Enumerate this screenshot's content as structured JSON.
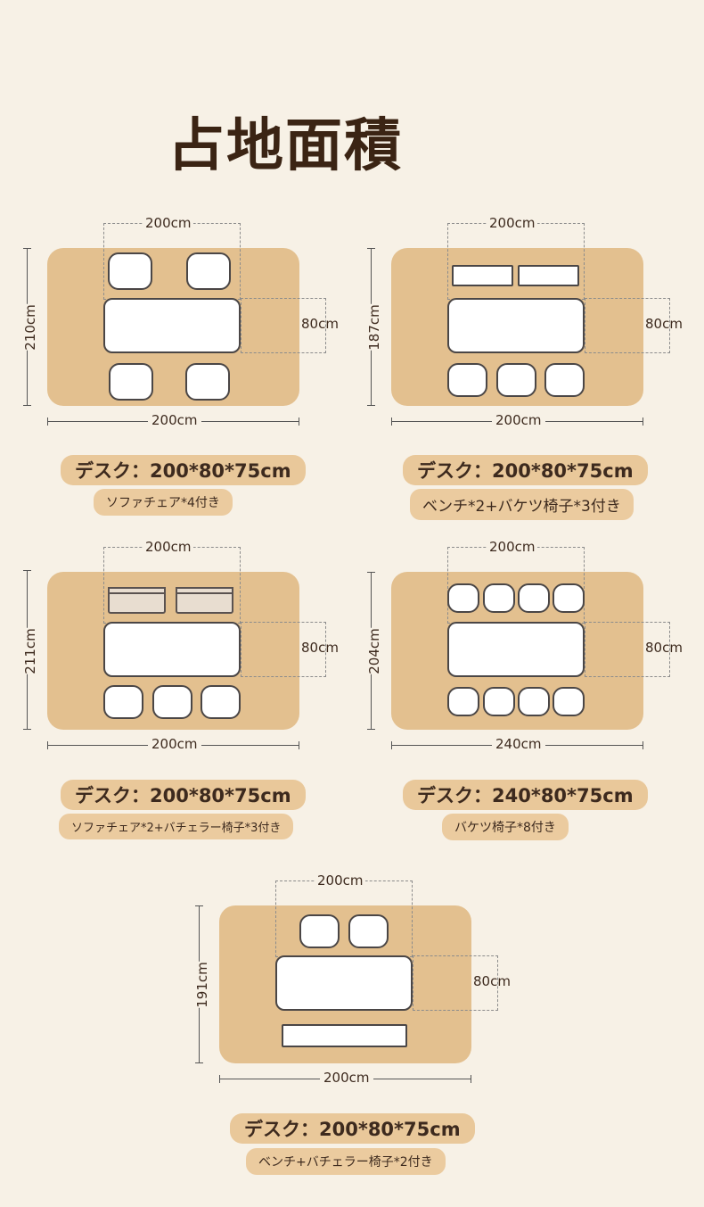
{
  "title": "占地面積",
  "panels": [
    {
      "width_label": "200cm",
      "height_label": "210cm",
      "table_width_label": "200cm",
      "table_depth_label": "80cm",
      "spec": "デスク：200*80*75cm",
      "sub": "ソファチェア*4付き"
    },
    {
      "width_label": "200cm",
      "height_label": "187cm",
      "table_width_label": "200cm",
      "table_depth_label": "80cm",
      "spec": "デスク：200*80*75cm",
      "sub": "ベンチ*2+バケツ椅子*3付き"
    },
    {
      "width_label": "200cm",
      "height_label": "211cm",
      "table_width_label": "200cm",
      "table_depth_label": "80cm",
      "spec": "デスク：200*80*75cm",
      "sub": "ソファチェア*2+バチェラー椅子*3付き"
    },
    {
      "width_label": "240cm",
      "height_label": "204cm",
      "table_width_label": "200cm",
      "table_depth_label": "80cm",
      "spec": "デスク：240*80*75cm",
      "sub": "バケツ椅子*8付き"
    },
    {
      "width_label": "200cm",
      "height_label": "191cm",
      "table_width_label": "200cm",
      "table_depth_label": "80cm",
      "spec": "デスク：200*80*75cm",
      "sub": "ベンチ+バチェラー椅子*2付き"
    }
  ],
  "colors": {
    "background": "#f7f1e6",
    "rug": "#e3c08f",
    "label_pill": "#e9c89a",
    "title": "#3b2414"
  }
}
